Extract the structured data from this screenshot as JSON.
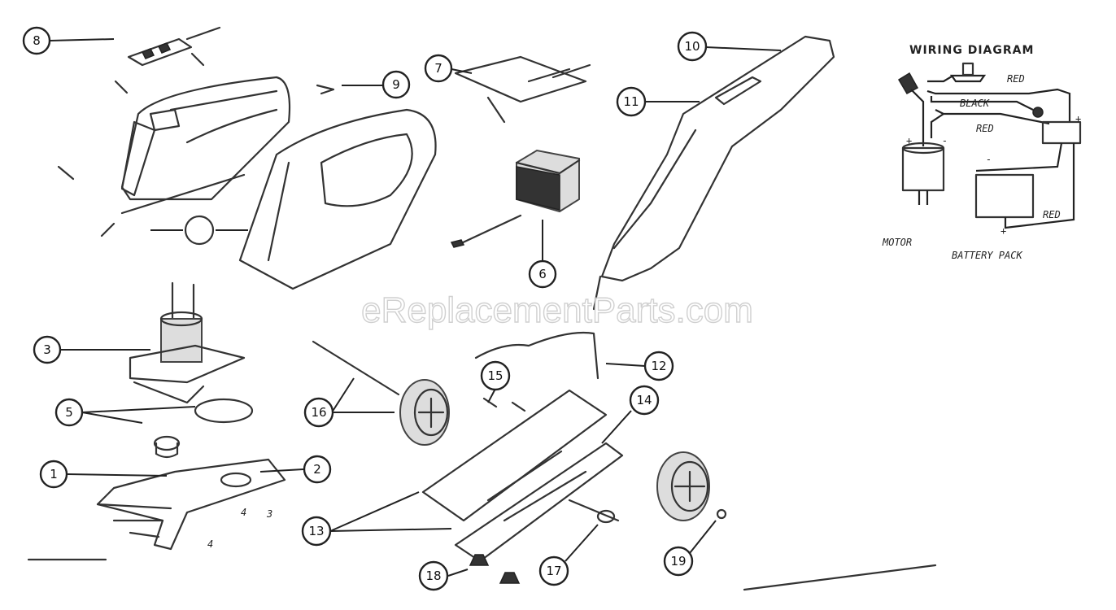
{
  "watermark": "eReplacementParts.com",
  "callouts": [
    "8",
    "9",
    "7",
    "10",
    "11",
    "6",
    "3",
    "5",
    "1",
    "2",
    "16",
    "15",
    "12",
    "14",
    "13",
    "18",
    "17",
    "19"
  ],
  "wiring": {
    "title": "WIRING DIAGRAM",
    "labels": {
      "red_top": "RED",
      "black": "BLACK",
      "red_mid": "RED",
      "red_bottom": "RED",
      "motor": "MOTOR",
      "battery": "BATTERY PACK",
      "plus_motor": "+",
      "minus_motor": "-",
      "minus_battery": "-",
      "plus_battery": "+",
      "plus_switch": "+"
    }
  }
}
